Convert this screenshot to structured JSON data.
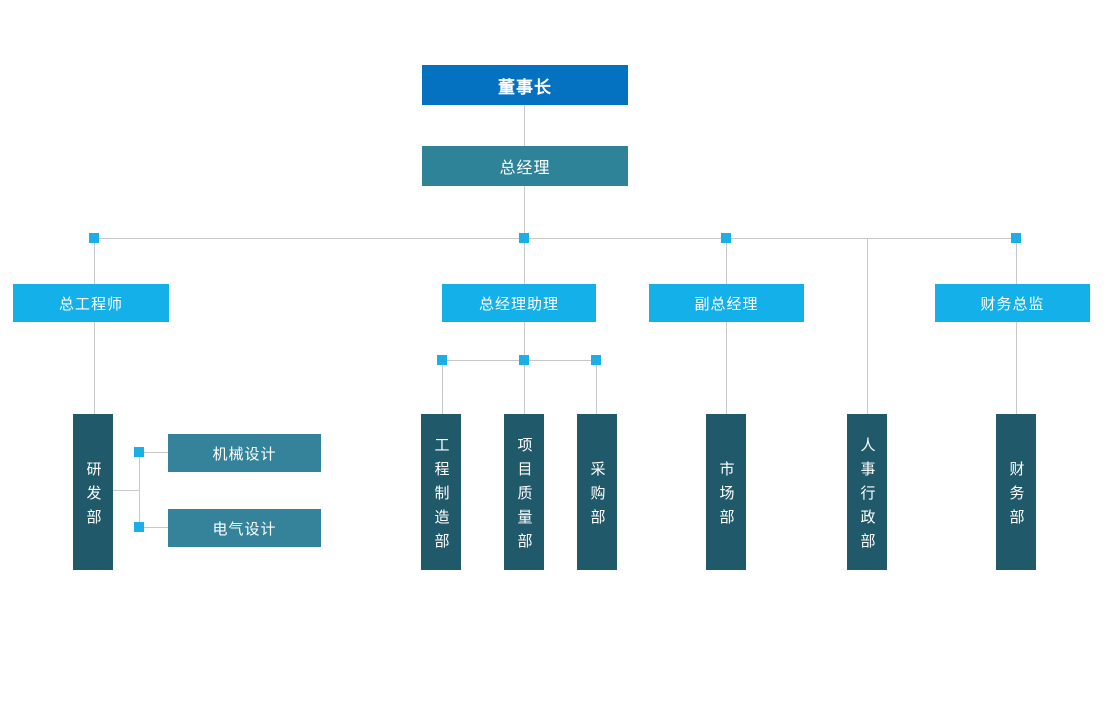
{
  "org_chart": {
    "title": "company-organization-chart",
    "colors": {
      "level1_blue": "#0571c1",
      "level2_teal": "#2f8399",
      "level3_light_blue": "#13b0e9",
      "department_dark_teal": "#20596a",
      "sub_team_teal": "#35839a",
      "connector_line": "#c9c9c9",
      "junction_dot": "#1bafe8",
      "node_text": "#ffffff",
      "background": "#ffffff"
    },
    "nodes": {
      "chairman": {
        "label": "董事长",
        "level": 1
      },
      "general_manager": {
        "label": "总经理",
        "level": 2
      },
      "chief_engineer": {
        "label": "总工程师",
        "level": 3
      },
      "gm_assistant": {
        "label": "总经理助理",
        "level": 3
      },
      "deputy_gm": {
        "label": "副总经理",
        "level": 3
      },
      "finance_director": {
        "label": "财务总监",
        "level": 3
      },
      "rd_dept": {
        "label": "研发部",
        "level": 4
      },
      "mechanical_design": {
        "label": "机械设计",
        "level": 5
      },
      "electrical_design": {
        "label": "电气设计",
        "level": 5
      },
      "engineering_mfg_dept": {
        "label": "工程制造部",
        "level": 4
      },
      "project_quality_dept": {
        "label": "项目质量部",
        "level": 4
      },
      "purchasing_dept": {
        "label": "采购部",
        "level": 4
      },
      "marketing_dept": {
        "label": "市场部",
        "level": 4
      },
      "hr_admin_dept": {
        "label": "人事行政部",
        "level": 4
      },
      "finance_dept": {
        "label": "财务部",
        "level": 4
      }
    },
    "edges": [
      [
        "chairman",
        "general_manager"
      ],
      [
        "general_manager",
        "chief_engineer"
      ],
      [
        "general_manager",
        "gm_assistant"
      ],
      [
        "general_manager",
        "deputy_gm"
      ],
      [
        "general_manager",
        "hr_admin_dept"
      ],
      [
        "general_manager",
        "finance_director"
      ],
      [
        "chief_engineer",
        "rd_dept"
      ],
      [
        "rd_dept",
        "mechanical_design"
      ],
      [
        "rd_dept",
        "electrical_design"
      ],
      [
        "gm_assistant",
        "engineering_mfg_dept"
      ],
      [
        "gm_assistant",
        "project_quality_dept"
      ],
      [
        "gm_assistant",
        "purchasing_dept"
      ],
      [
        "deputy_gm",
        "marketing_dept"
      ],
      [
        "finance_director",
        "finance_dept"
      ]
    ]
  }
}
